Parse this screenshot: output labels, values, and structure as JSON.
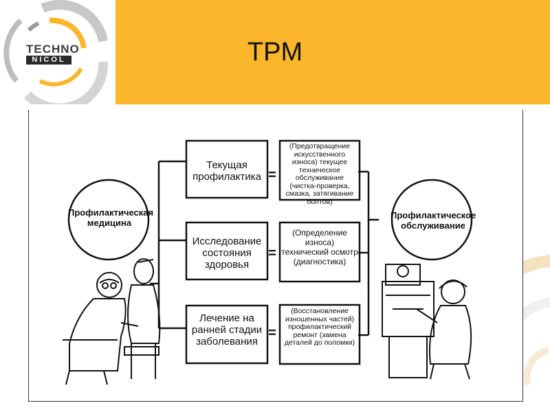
{
  "header": {
    "title": "TPM",
    "logo": {
      "line1": "TECHNO",
      "line2": "NICOL"
    },
    "accent_color": "#fbb62b"
  },
  "diagram": {
    "left_circle": "Профилактическая медицина",
    "right_circle": "Профилактическое обслуживание",
    "rows": [
      {
        "term": "Текущая профилактика",
        "equals": "=",
        "description": "(Предотвращение искусственного износа) текущее техническое обслуживание (чистка-проверка, смазка, затягивание болтов)"
      },
      {
        "term": "Исследование состояния здоровья",
        "equals": "=",
        "description": "(Определение износа) технический осмотр (диагностика)"
      },
      {
        "term": "Лечение на ранней стадии заболевания",
        "equals": "=",
        "description": "(Восстановление изношенных частей) профилактический ремонт (замена деталей до поломки)"
      }
    ]
  }
}
